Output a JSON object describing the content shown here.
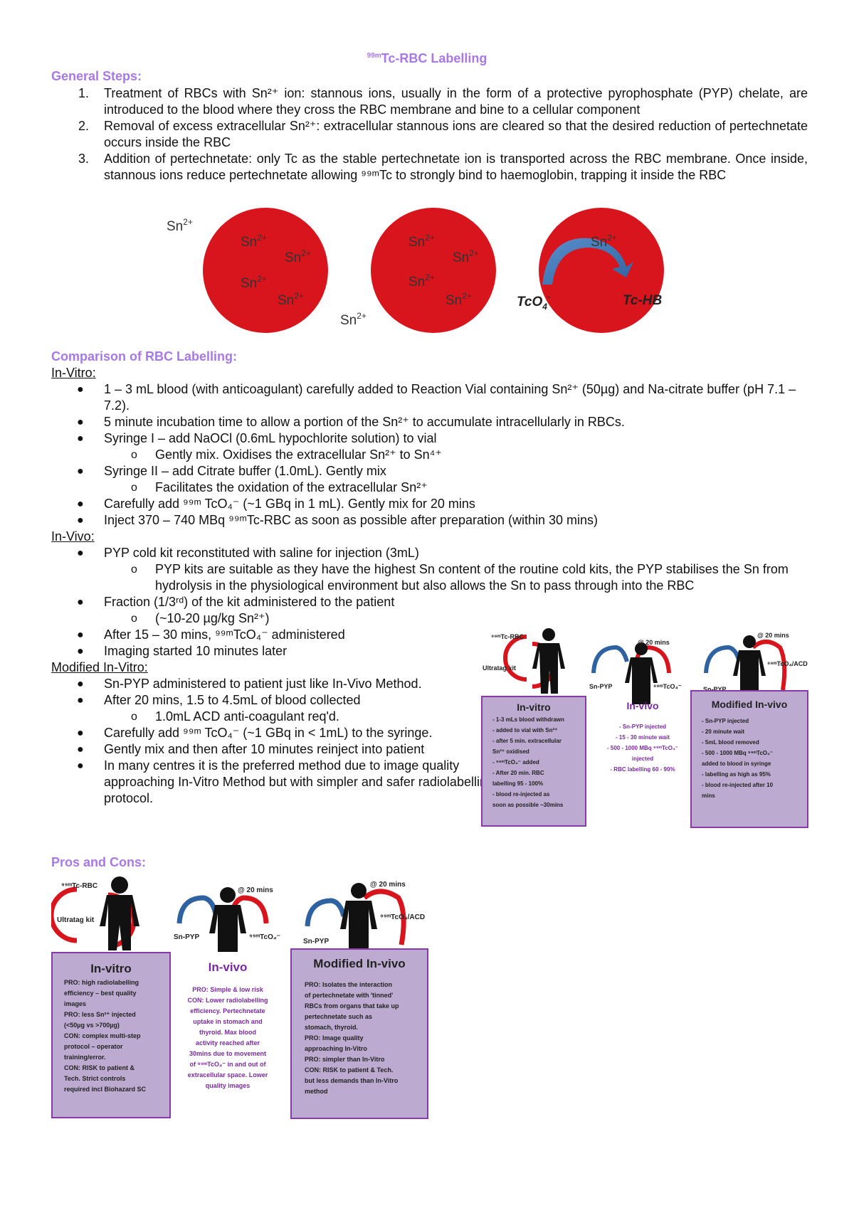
{
  "title": {
    "sup": "99m",
    "text": "Tc-RBC Labelling"
  },
  "general": {
    "heading": "General Steps:",
    "steps": [
      {
        "num": "1.",
        "text": "Treatment of RBCs with Sn²⁺ ion: stannous ions, usually in the form of a protective pyrophosphate (PYP) chelate, are introduced to the blood where they cross the RBC membrane and bine to a cellular component"
      },
      {
        "num": "2.",
        "text": "Removal of excess extracellular Sn²⁺: extracellular stannous ions are cleared so that the desired reduction of pertechnetate occurs inside the RBC"
      },
      {
        "num": "3.",
        "text": "Addition of pertechnetate: only Tc as the stable pertechnetate ion is transported across the RBC membrane. Once inside, stannous ions reduce pertechnetate allowing ⁹⁹ᵐTc to strongly bind to haemoglobin, trapping it inside the RBC"
      }
    ]
  },
  "diagram": {
    "sn": "Sn",
    "sup": "2+",
    "tco4": "TcO",
    "tco4_sub": "4",
    "tco4_sup": "-",
    "tchb": "Tc-HB"
  },
  "comparison": {
    "heading": "Comparison of RBC Labelling:",
    "invitro_label": "In-Vitro:",
    "invitro": [
      {
        "level": 1,
        "text": "1 – 3 mL blood (with anticoagulant) carefully added to Reaction Vial containing Sn²⁺ (50µg) and Na-citrate buffer (pH 7.1 – 7.2)."
      },
      {
        "level": 1,
        "text": "5 minute incubation time to allow a portion of the Sn²⁺ to accumulate intracellularly in RBCs."
      },
      {
        "level": 1,
        "text": "Syringe I – add NaOCl (0.6mL hypochlorite solution) to vial"
      },
      {
        "level": 2,
        "text": "Gently mix. Oxidises the extracellular Sn²⁺ to Sn⁴⁺"
      },
      {
        "level": 1,
        "text": "Syringe II – add Citrate buffer (1.0mL). Gently mix"
      },
      {
        "level": 2,
        "text": "Facilitates the oxidation of the extracellular Sn²⁺"
      },
      {
        "level": 1,
        "text": "Carefully add ⁹⁹ᵐ TcO₄⁻ (~1 GBq in 1 mL). Gently mix for 20 mins"
      },
      {
        "level": 1,
        "text": "Inject 370 – 740 MBq ⁹⁹ᵐTc-RBC as soon as possible after preparation (within 30 mins)"
      }
    ],
    "invivo_label": "In-Vivo:",
    "invivo": [
      {
        "level": 1,
        "text": "PYP cold kit reconstituted with saline for injection (3mL)"
      },
      {
        "level": 2,
        "text": "PYP kits are suitable as they have the highest Sn content of the routine cold kits, the PYP stabilises the Sn from hydrolysis in the physiological environment but also allows the Sn to pass through into the RBC"
      },
      {
        "level": 1,
        "text": "Fraction (1/3ʳᵈ) of the kit administered to the patient"
      },
      {
        "level": 2,
        "text": "(~10-20 µg/kg Sn²⁺)"
      },
      {
        "level": 1,
        "text": "After 15 – 30  mins, ⁹⁹ᵐTcO₄⁻ administered"
      },
      {
        "level": 1,
        "text": "Imaging started 10 minutes later"
      }
    ],
    "modified_label": "Modified In-Vitro:",
    "modified": [
      {
        "level": 1,
        "text": "Sn-PYP administered to patient just like In-Vivo Method."
      },
      {
        "level": 1,
        "text": "After 20 mins, 1.5 to 4.5mL of blood collected"
      },
      {
        "level": 2,
        "text": "1.0mL ACD anti-coagulant req'd."
      },
      {
        "level": 1,
        "text": "Carefully add ⁹⁹ᵐ TcO₄⁻ (~1 GBq in < 1mL) to the syringe."
      },
      {
        "level": 1,
        "text": "Gently mix and then after 10 minutes reinject into patient"
      },
      {
        "level": 1,
        "text": "In many centres it is the preferred method due to image quality approaching In-Vitro Method but with simpler and safer radiolabelling protocol."
      }
    ]
  },
  "fig1": {
    "tcrbc": "⁹⁹ᵐTc-RBC",
    "ultratag": "Ultratag kit",
    "snpyp": "Sn-PYP",
    "at20": "@ 20 mins",
    "tco4": "⁹⁹ᵐTcO₄⁻",
    "tco4acd": "⁹⁹ᵐTcO₄/ACD",
    "invitro": {
      "title": "In-vitro",
      "lines": [
        "- 1-3 mLs blood withdrawn",
        "- added to vial with Sn²⁺",
        "- after 5 min. extracellular",
        "Sn²⁺ oxidised",
        "- ⁹⁹ᵐTcO₄⁻ added",
        "- After 20 min. RBC",
        "labelling 95 - 100%",
        "- blood re-injected as",
        "soon as possible ~30mins"
      ]
    },
    "invivo": {
      "title": "In-vivo",
      "lines": [
        "- Sn-PYP injected",
        "- 15 - 30 minute wait",
        "- 500 - 1000 MBq ⁹⁹ᵐTcO₄⁻",
        "injected",
        "- RBC labelling 60 - 90%"
      ]
    },
    "modified": {
      "title": "Modified In-vivo",
      "lines": [
        "- Sn-PYP injected",
        "- 20 minute wait",
        "- 5mL blood removed",
        "- 500 - 1000 MBq ⁹⁹ᵐTcO₄⁻",
        "added to blood in syringe",
        "- labelling as high as 95%",
        "- blood re-injected after 10",
        "mins"
      ]
    }
  },
  "pros": {
    "heading": "Pros and Cons:",
    "invitro": {
      "title": "In-vitro",
      "lines": [
        "PRO: high radiolabelling",
        "efficiency – best quality",
        "images",
        "PRO: less Sn²⁺ injected",
        "(<50µg vs >700µg)",
        "CON: complex multi-step",
        "protocol – operator",
        "training/error.",
        "CON: RISK to patient &",
        "Tech. Strict controls",
        "required incl Biohazard SC"
      ]
    },
    "invivo": {
      "title": "In-vivo",
      "lines": [
        "PRO: Simple & low risk",
        "CON: Lower radiolabelling",
        "efficiency. Pertechnetate",
        "uptake in stomach and",
        "thyroid. Max blood",
        "activity reached after",
        "30mins due to movement",
        "of ⁹⁹ᵐTcO₄⁻ in and out of",
        "extracellular space. Lower",
        "quality images"
      ]
    },
    "modified": {
      "title": "Modified In-vivo",
      "lines": [
        "PRO: Isolates the interaction",
        "of pertechnetate with 'tinned'",
        "RBCs from organs that take up",
        "pertechnetate such as",
        "stomach, thyroid.",
        "PRO: Image quality",
        "approaching In-Vitro",
        "PRO: simpler than In-Vitro",
        "CON: RISK to patient & Tech.",
        "but less demands than In-Vitro",
        "method"
      ]
    }
  }
}
